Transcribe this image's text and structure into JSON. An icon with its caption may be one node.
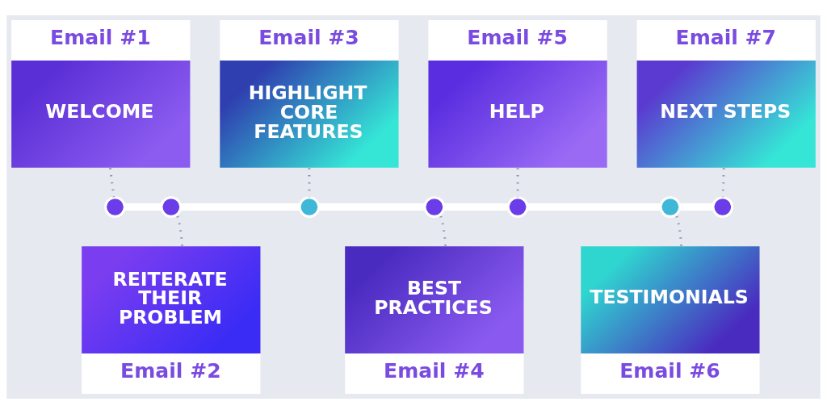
{
  "diagram": {
    "nodes": [
      {
        "text": [
          "Email #1",
          "WELCOME"
        ]
      },
      {
        "text": [
          "REITERATE THEIR PROBLEM",
          "Email #2"
        ]
      },
      {
        "text": [
          "Email #3",
          "HIGHLIGHT CORE FEATURES"
        ]
      },
      {
        "text": [
          "BEST PRACTICES",
          "Email #4"
        ]
      },
      {
        "text": [
          "Email #5",
          "HELP"
        ]
      },
      {
        "text": [
          "TESTIMONIALS",
          "Email #6"
        ]
      },
      {
        "text": [
          "Email #7",
          "NEXT STEPS"
        ]
      },
      {
        "text": [],
        "shape": "circle"
      },
      {
        "text": [],
        "shape": "circle"
      },
      {
        "text": [],
        "shape": "circle"
      },
      {
        "text": [],
        "shape": "circle"
      },
      {
        "text": [],
        "shape": "circle"
      },
      {
        "text": [],
        "shape": "circle"
      },
      {
        "text": [],
        "shape": "circle"
      }
    ],
    "edges": [
      {
        "from": 0,
        "to": 7,
        "arrow": "none",
        "style": "dashed"
      },
      {
        "from": 1,
        "to": 8,
        "arrow": "none",
        "style": "dashed"
      },
      {
        "from": 2,
        "to": 9,
        "arrow": "none",
        "style": "dashed"
      },
      {
        "from": 3,
        "to": 10,
        "arrow": "none",
        "style": "dashed"
      },
      {
        "from": 4,
        "to": 11,
        "arrow": "none",
        "style": "dashed"
      },
      {
        "from": 5,
        "to": 12,
        "arrow": "none",
        "style": "dashed"
      },
      {
        "from": 6,
        "to": 13,
        "arrow": "none",
        "style": "dashed"
      },
      {
        "from": 7,
        "to": 8,
        "arrow": "none",
        "style": "thick",
        "color": "#ffffff"
      },
      {
        "from": 8,
        "to": 9,
        "arrow": "none",
        "style": "thick",
        "color": "#ffffff"
      },
      {
        "from": 9,
        "to": 10,
        "arrow": "none",
        "style": "thick",
        "color": "#ffffff"
      },
      {
        "from": 10,
        "to": 11,
        "arrow": "none",
        "style": "thick",
        "color": "#ffffff"
      },
      {
        "from": 11,
        "to": 12,
        "arrow": "none",
        "style": "thick",
        "color": "#ffffff"
      },
      {
        "from": 12,
        "to": 13,
        "arrow": "none",
        "style": "thick",
        "color": "#ffffff"
      }
    ]
  }
}
